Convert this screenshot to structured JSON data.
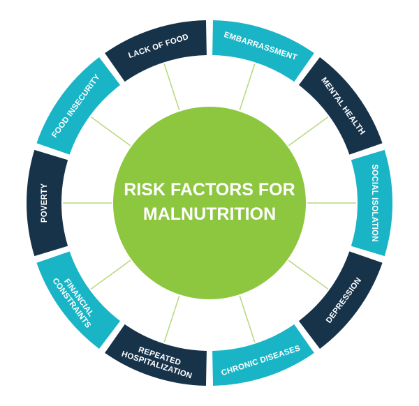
{
  "diagram": {
    "center": {
      "lines": [
        "RISK FACTORS FOR",
        "MALNUTRITION"
      ],
      "color": "#8dc63f"
    },
    "colors": {
      "dark": "#17334a",
      "teal": "#19b5c6",
      "spoke": "#b6d77a"
    },
    "segments": [
      {
        "lines": [
          "EMBARRASSMENT"
        ],
        "tone": "teal"
      },
      {
        "lines": [
          "MENTAL HEALTH"
        ],
        "tone": "dark"
      },
      {
        "lines": [
          "SOCIAL ISOLATION"
        ],
        "tone": "teal"
      },
      {
        "lines": [
          "DEPRESSION"
        ],
        "tone": "dark"
      },
      {
        "lines": [
          "CHRONIC DISEASES"
        ],
        "tone": "teal"
      },
      {
        "lines": [
          "REPEATED",
          "HOSPITALIZATION"
        ],
        "tone": "dark"
      },
      {
        "lines": [
          "FINANCIAL",
          "CONSTRAINTS"
        ],
        "tone": "teal"
      },
      {
        "lines": [
          "POVERTY"
        ],
        "tone": "dark"
      },
      {
        "lines": [
          "FOOD INSECURITY"
        ],
        "tone": "teal"
      },
      {
        "lines": [
          "LACK OF FOOD"
        ],
        "tone": "dark"
      }
    ]
  }
}
